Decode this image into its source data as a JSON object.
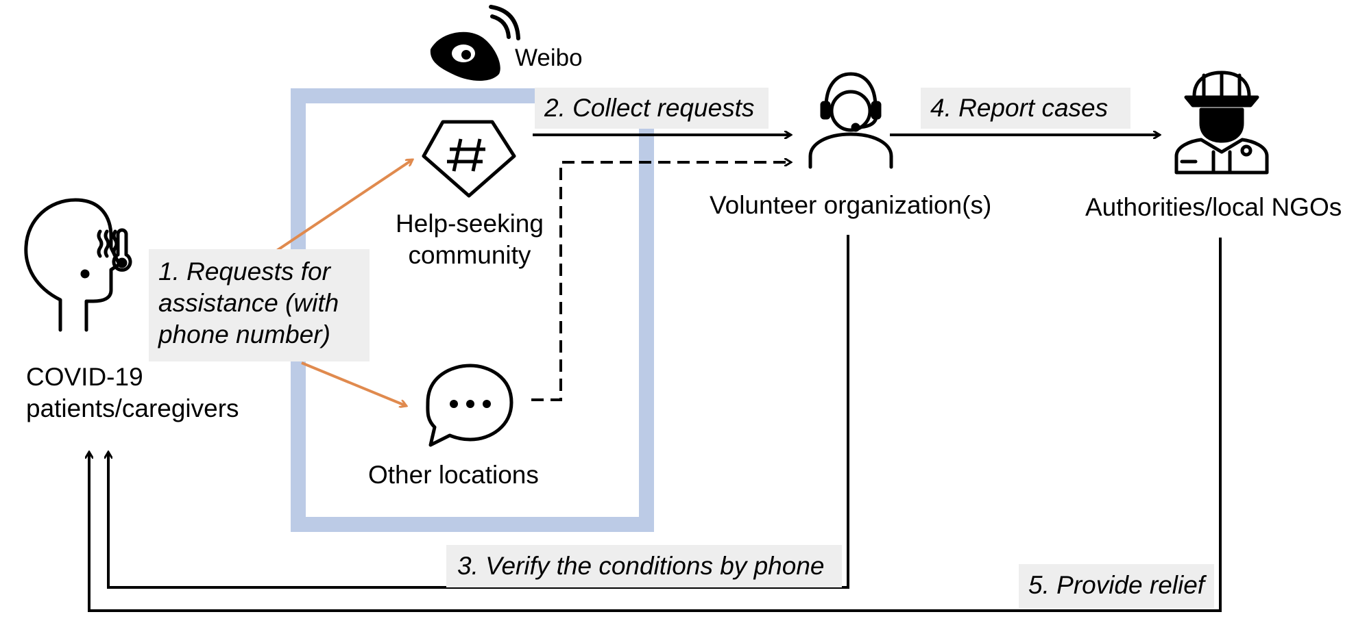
{
  "platform": {
    "name": "Weibo"
  },
  "nodes": {
    "patients": {
      "line1": "COVID-19",
      "line2": "patients/caregivers",
      "icon": "sick-person-icon"
    },
    "help_seeking": {
      "line1": "Help-seeking",
      "line2": "community",
      "icon": "hashtag-diamond-icon"
    },
    "other_locations": {
      "label": "Other locations",
      "icon": "speech-bubble-icon"
    },
    "volunteer": {
      "label": "Volunteer organization(s)",
      "icon": "headset-operator-icon"
    },
    "authorities": {
      "label": "Authorities/local NGOs",
      "icon": "firefighter-icon"
    }
  },
  "steps": {
    "s1": {
      "line1": "1. Requests for",
      "line2": "assistance (with",
      "line3": "phone number)"
    },
    "s2": {
      "label": "2. Collect requests"
    },
    "s3": {
      "label": "3. Verify the conditions by phone"
    },
    "s4": {
      "label": "4. Report cases"
    },
    "s5": {
      "label": "5. Provide relief"
    }
  },
  "colors": {
    "weibo_frame": "#bccbe6",
    "request_arrows": "#e08a4e",
    "step_background": "#eeeeee",
    "lines": "#000000"
  }
}
